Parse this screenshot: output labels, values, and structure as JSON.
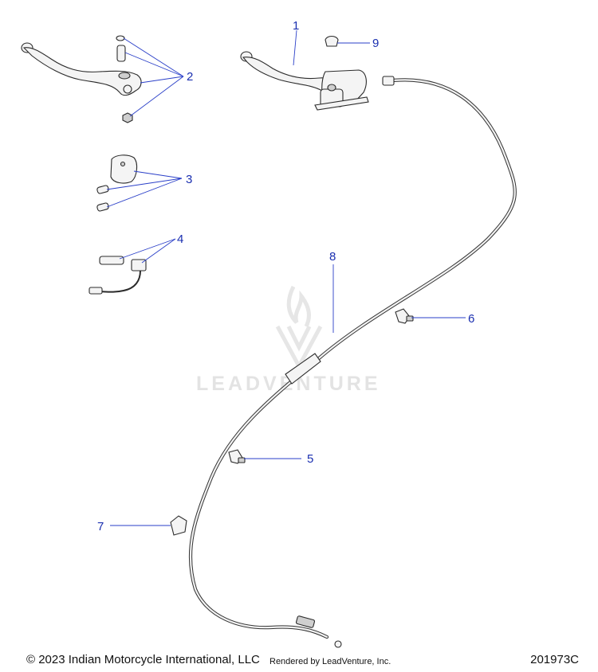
{
  "watermark": {
    "text": "LEADVENTURE"
  },
  "callouts": {
    "c1": "1",
    "c2": "2",
    "c3": "3",
    "c4": "4",
    "c5": "5",
    "c6": "6",
    "c7": "7",
    "c8": "8",
    "c9": "9"
  },
  "footer": {
    "copyright": "© 2023 Indian Motorcycle International, LLC",
    "rendered_by": "Rendered by LeadVenture, Inc.",
    "diagram_id": "201973C"
  },
  "colors": {
    "callout": "#1a2fb0",
    "leader": "#2a3fc8",
    "watermark": "#e3e3e3"
  }
}
